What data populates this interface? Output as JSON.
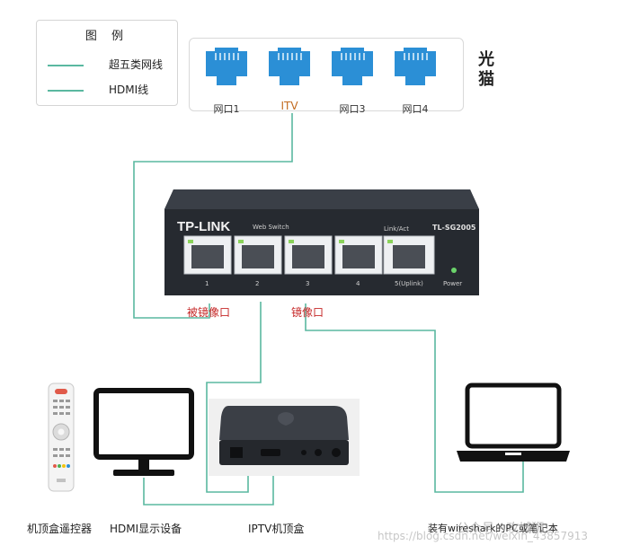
{
  "legend": {
    "title": "图 例",
    "items": [
      {
        "label": "超五类网线"
      },
      {
        "label": "HDMI线"
      }
    ],
    "line_color": "#5ab8a0"
  },
  "modem": {
    "title": "光猫",
    "ports": [
      {
        "label": "网口1"
      },
      {
        "label": "ITV"
      },
      {
        "label": "网口3"
      },
      {
        "label": "网口4"
      }
    ],
    "port_color": "#2b8fd6"
  },
  "switch": {
    "brand": "TP-LINK",
    "sub": "Web Switch",
    "model": "TL-SG2005",
    "linkact": "Link/Act",
    "ports": [
      "1",
      "2",
      "3",
      "4",
      "5(Uplink)"
    ],
    "power": "Power"
  },
  "annotations": {
    "mirrored_port": "被镜像口",
    "mirror_port": "镜像口"
  },
  "devices": {
    "remote": "机顶盒遥控器",
    "hdmi_display": "HDMI显示设备",
    "iptv_box": "IPTV机顶盒",
    "laptop": "装有wireshark的PC或笔记本"
  },
  "watermark": {
    "text1": "https://blog.csdn.net/weixin_43857913",
    "text2": "公众号 · 攻城狮"
  }
}
